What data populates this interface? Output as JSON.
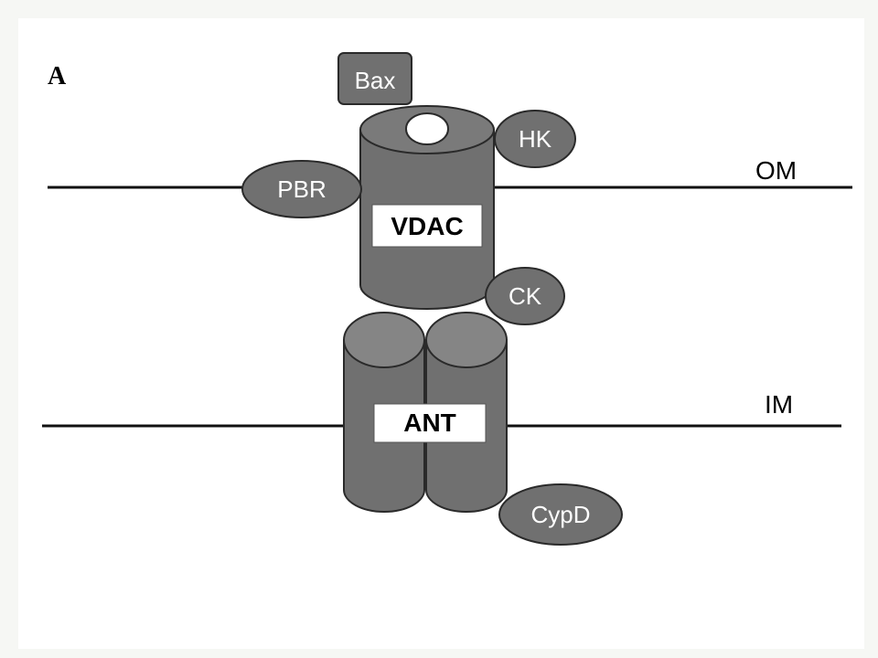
{
  "panel_label": "A",
  "membranes": {
    "outer": "OM",
    "inner": "IM"
  },
  "proteins": {
    "bax": "Bax",
    "hk": "HK",
    "pbr": "PBR",
    "vdac": "VDAC",
    "ck": "CK",
    "ant": "ANT",
    "cypd": "CypD"
  },
  "colors": {
    "protein_fill": "#707070",
    "cylinder_top": "#8a8a8a",
    "outline": "#2a2a2a",
    "membrane_line": "#111111",
    "background": "#ffffff"
  }
}
